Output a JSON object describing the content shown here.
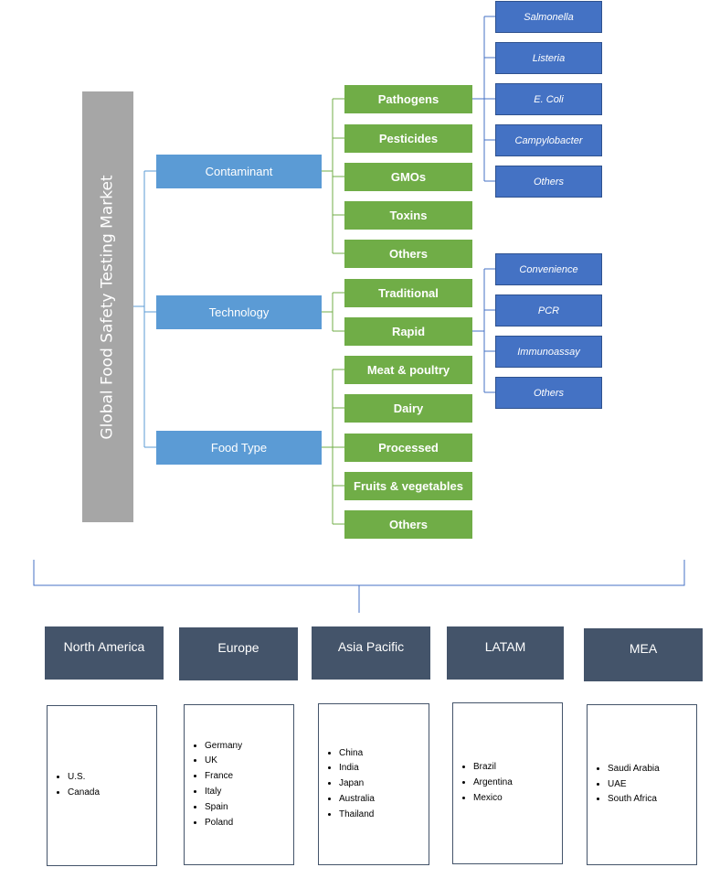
{
  "root": {
    "label": "Global Food Safety Testing Market"
  },
  "categories": [
    {
      "label": "Contaminant",
      "children": [
        {
          "label": "Pathogens",
          "sub": [
            "Salmonella",
            "Listeria",
            "E. Coli",
            "Campylobacter",
            "Others"
          ]
        },
        {
          "label": "Pesticides"
        },
        {
          "label": "GMOs"
        },
        {
          "label": "Toxins"
        },
        {
          "label": "Others"
        }
      ]
    },
    {
      "label": "Technology",
      "children": [
        {
          "label": "Traditional"
        },
        {
          "label": "Rapid",
          "sub": [
            "Convenience",
            "PCR",
            "Immunoassay",
            "Others"
          ]
        }
      ]
    },
    {
      "label": "Food Type",
      "children": [
        {
          "label": "Meat & poultry"
        },
        {
          "label": "Dairy"
        },
        {
          "label": "Processed"
        },
        {
          "label": "Fruits & vegetables"
        },
        {
          "label": "Others"
        }
      ]
    }
  ],
  "regions": [
    {
      "label": "North America",
      "countries": [
        "U.S.",
        "Canada"
      ]
    },
    {
      "label": "Europe",
      "countries": [
        "Germany",
        "UK",
        "France",
        "Italy",
        "Spain",
        "Poland"
      ]
    },
    {
      "label": "Asia Pacific",
      "countries": [
        "China",
        "India",
        "Japan",
        "Australia",
        "Thailand"
      ]
    },
    {
      "label": "LATAM",
      "countries": [
        "Brazil",
        "Argentina",
        "Mexico"
      ]
    },
    {
      "label": "MEA",
      "countries": [
        "Saudi Arabia",
        "UAE",
        "South Africa"
      ]
    }
  ],
  "colors": {
    "root": "#a6a6a6",
    "level1": "#5b9bd5",
    "level2": "#70ad47",
    "level3": "#4472c4",
    "region": "#44546a"
  }
}
